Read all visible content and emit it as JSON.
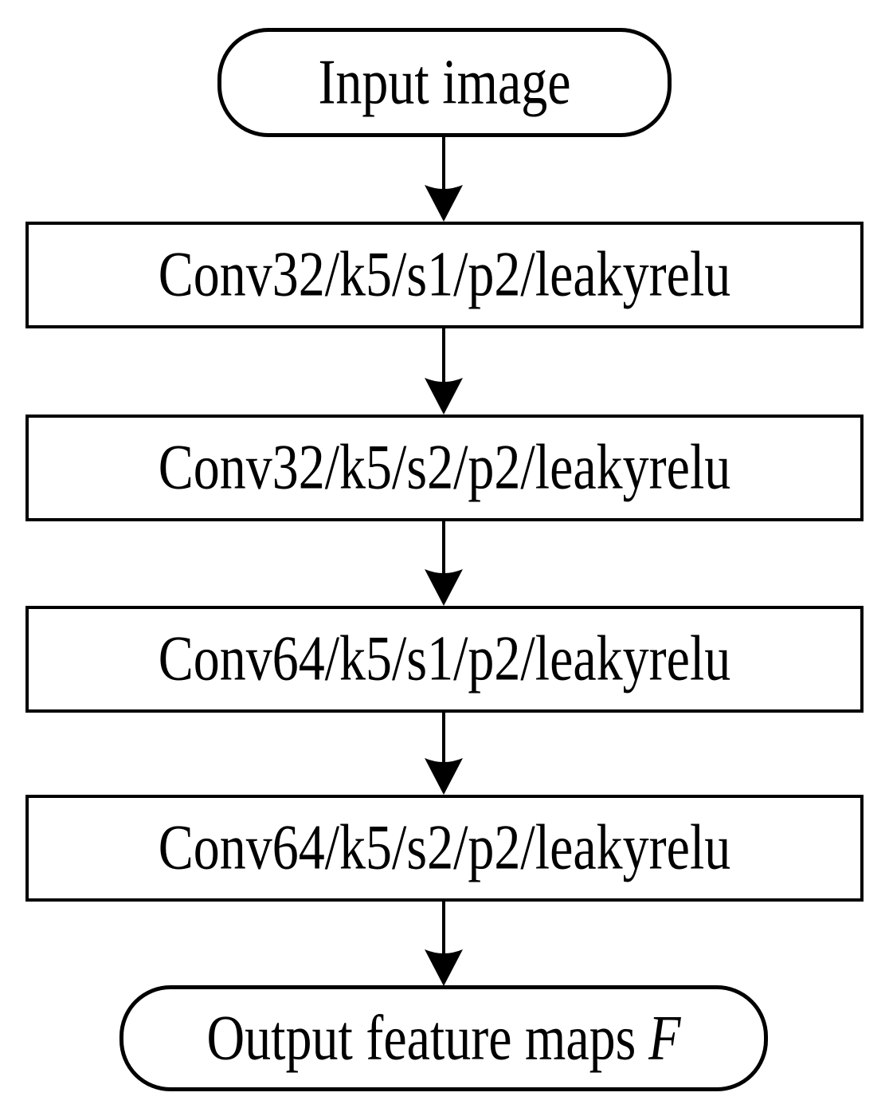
{
  "diagram": {
    "type": "flowchart",
    "direction": "top-down",
    "colors": {
      "stroke": "#000000",
      "background": "#ffffff",
      "text": "#000000"
    },
    "nodes": [
      {
        "id": "input",
        "shape": "terminator",
        "label": "Input image"
      },
      {
        "id": "conv1",
        "shape": "process",
        "label": "Conv32/k5/s1/p2/leakyrelu"
      },
      {
        "id": "conv2",
        "shape": "process",
        "label": "Conv32/k5/s2/p2/leakyrelu"
      },
      {
        "id": "conv3",
        "shape": "process",
        "label": "Conv64/k5/s1/p2/leakyrelu"
      },
      {
        "id": "conv4",
        "shape": "process",
        "label": "Conv64/k5/s2/p2/leakyrelu"
      },
      {
        "id": "output",
        "shape": "terminator",
        "label": "Output feature maps",
        "label_italic_suffix": "F"
      }
    ],
    "connections": [
      {
        "from": "input",
        "to": "conv1",
        "style": "arrow-down"
      },
      {
        "from": "conv1",
        "to": "conv2",
        "style": "arrow-down"
      },
      {
        "from": "conv2",
        "to": "conv3",
        "style": "arrow-down"
      },
      {
        "from": "conv3",
        "to": "conv4",
        "style": "arrow-down"
      },
      {
        "from": "conv4",
        "to": "output",
        "style": "arrow-down"
      }
    ]
  }
}
